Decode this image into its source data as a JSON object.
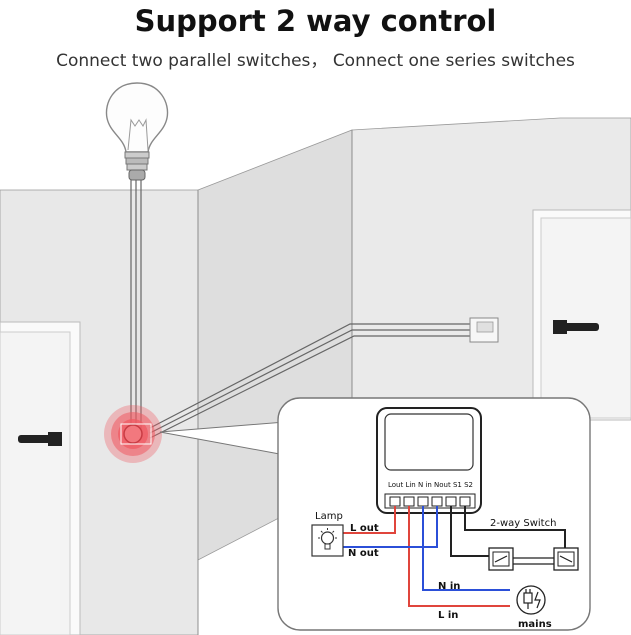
{
  "header": {
    "title": "Support 2 way control",
    "subtitle": "Connect two parallel switches， Connect one series switches"
  },
  "module": {
    "terminals": "Lout Lin  N in Nout S1   S2"
  },
  "labels": {
    "lamp": "Lamp",
    "l_out": "L out",
    "n_out": "N out",
    "two_way_switch": "2-way Switch",
    "n_in": "N in",
    "l_in": "L in",
    "mains": "mains"
  },
  "colors": {
    "red_wire": "#e0453c",
    "blue_wire": "#2b4fd8",
    "black_wire": "#222222",
    "glow": "#ef5b63",
    "wall": "#e8e8e8"
  },
  "icons": [
    "light-bulb-icon",
    "door-handle-icon",
    "wall-switch-icon",
    "lamp-icon",
    "plug-icon"
  ]
}
